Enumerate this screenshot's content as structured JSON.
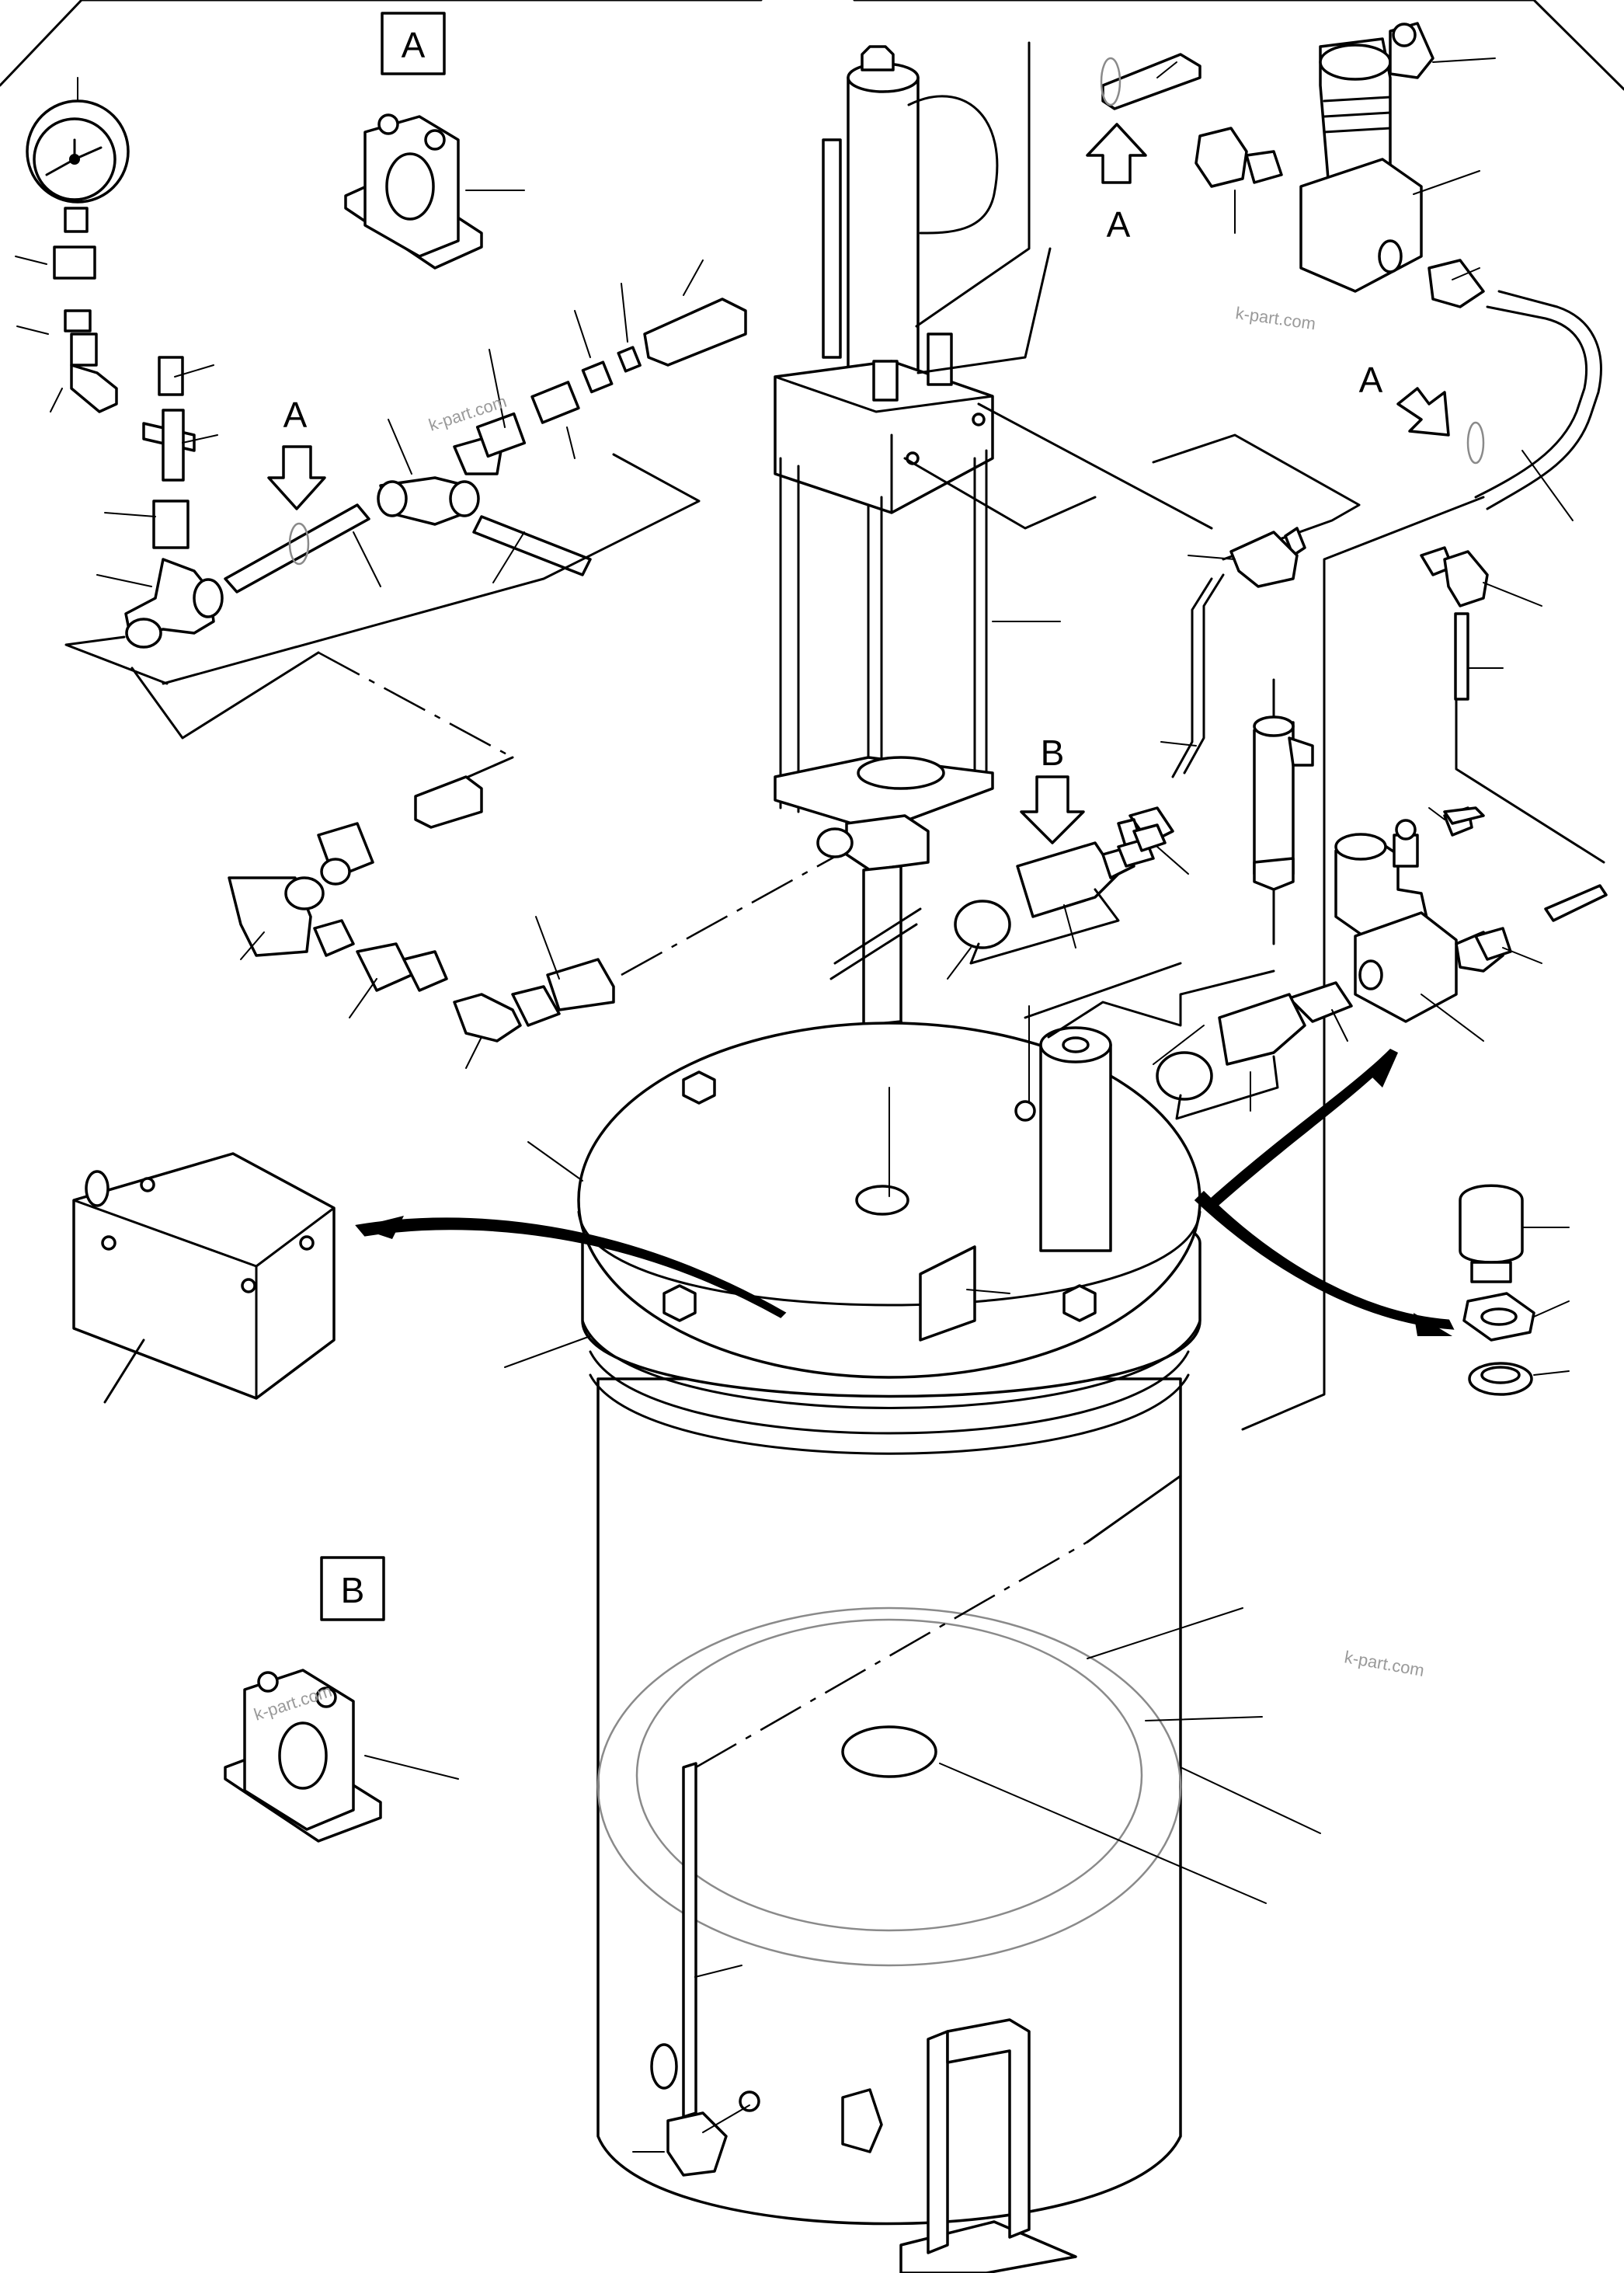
{
  "view_labels": {
    "a_box": "A",
    "b_box": "B",
    "a_arrow_left": "A",
    "a_arrow_top": "A",
    "a_arrow_right": "A",
    "b_arrow": "B"
  },
  "watermarks": [
    "k-part.com",
    "k-part.com",
    "k-part.com",
    "k-part.com"
  ],
  "colors": {
    "line": "#000000",
    "background": "#ffffff",
    "watermark": "#9a9a9a",
    "hidden_ring": "#8a8a8a"
  }
}
